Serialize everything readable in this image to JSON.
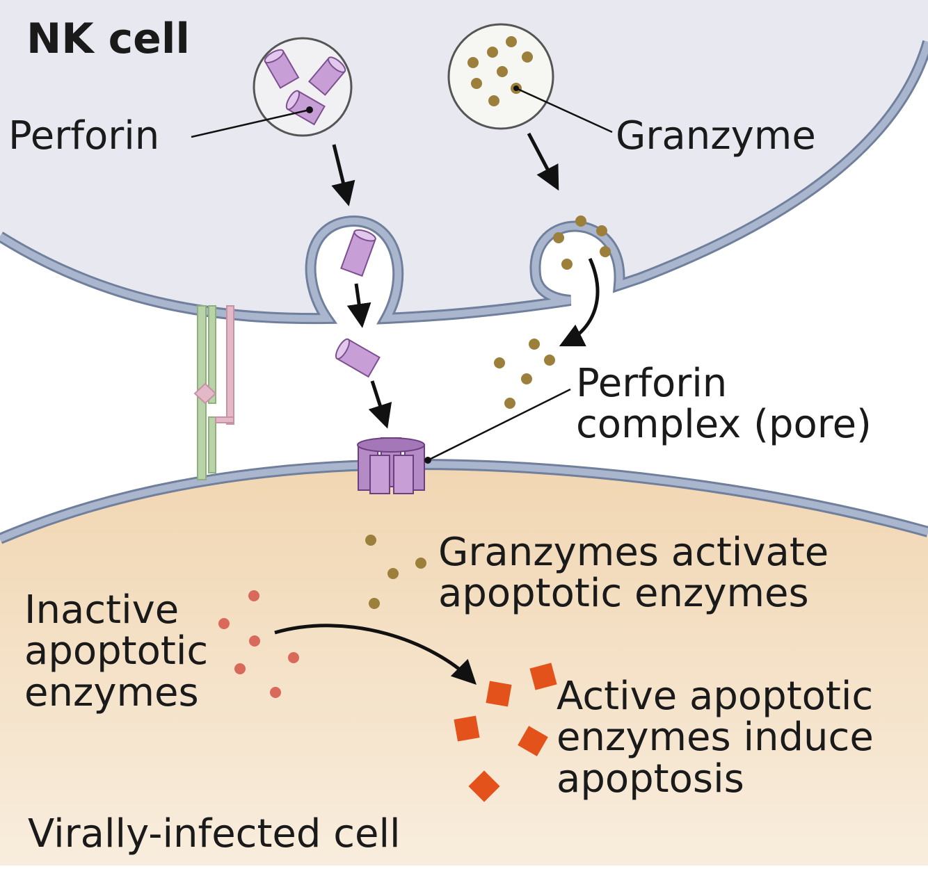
{
  "labels": {
    "nk_cell": "NK cell",
    "perforin": "Perforin",
    "granzyme": "Granzyme",
    "perforin_complex": [
      "Perforin",
      "complex (pore)"
    ],
    "granzymes_activate": [
      "Granzymes activate",
      "apoptotic enzymes"
    ],
    "inactive_enzymes": [
      "Inactive",
      "apoptotic",
      "enzymes"
    ],
    "active_enzymes": [
      "Active apoptotic",
      "enzymes induce",
      "apoptosis"
    ],
    "infected_cell": "Virally-infected cell"
  },
  "colors": {
    "nk_cytoplasm": "#e8e9f0",
    "membrane": "#97a6c0",
    "membrane_edge": "#6f7f9c",
    "target_cytoplasm_top": "#f3dcbc",
    "target_cytoplasm_bottom": "#f7ecda",
    "perforin": "#c79fd6",
    "perforin_dark": "#9a6aad",
    "granzyme": "#9c7f3a",
    "inactive_enzyme": "#d9695a",
    "active_enzyme": "#e4521b",
    "receptor_green": "#b9d3a8",
    "receptor_pink": "#e3b9c8"
  },
  "icons": [
    "perforin-vesicle-icon",
    "granzyme-vesicle-icon",
    "perforin-pore-icon",
    "receptor-icon"
  ]
}
